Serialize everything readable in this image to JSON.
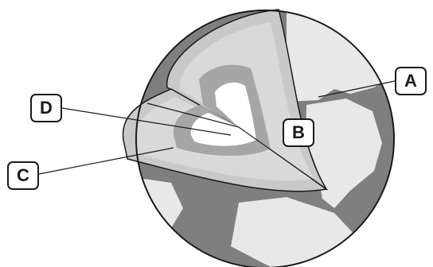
{
  "labels": {
    "a": "A",
    "b": "B",
    "c": "C",
    "d": "D"
  },
  "colors": {
    "ocean": "#7f7f7f",
    "land": "#e8e8e8",
    "crust": "#c9c9c9",
    "mantle": "#d9d9d9",
    "outer_core": "#a6a6a6",
    "inner_core": "#ffffff",
    "outline": "#1a1a1a"
  }
}
